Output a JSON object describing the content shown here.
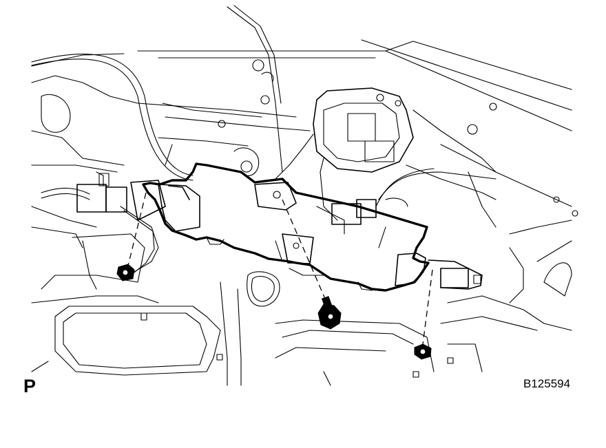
{
  "view_letter": "P",
  "figure_id": "B125594",
  "icons": [
    "bracket-assembly",
    "bolt-left",
    "bolt-center",
    "bolt-right"
  ]
}
